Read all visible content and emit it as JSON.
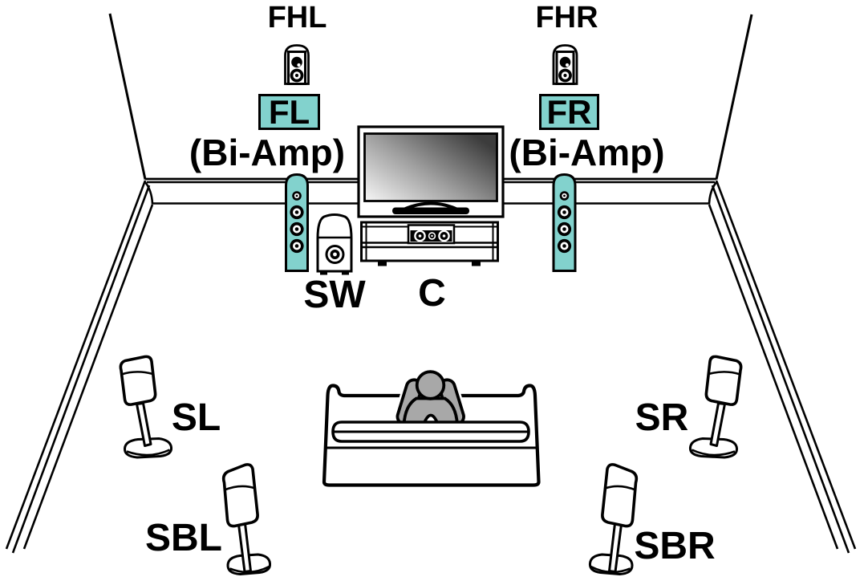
{
  "diagram": {
    "type": "speaker-placement-layout",
    "labels": {
      "front_height_left": "FHL",
      "front_height_right": "FHR",
      "front_left": "FL",
      "front_right": "FR",
      "bi_amp_left": "(Bi-Amp)",
      "bi_amp_right": "(Bi-Amp)",
      "subwoofer": "SW",
      "center": "C",
      "surround_left": "SL",
      "surround_right": "SR",
      "surround_back_left": "SBL",
      "surround_back_right": "SBR"
    },
    "colors": {
      "highlight": "#82D2CD",
      "listener": "#A8A8A8",
      "line": "#000000",
      "screen_light": "#F7F7F7",
      "screen_mid": "#9E9E9E",
      "screen_dark": "#3C3C3C"
    }
  }
}
